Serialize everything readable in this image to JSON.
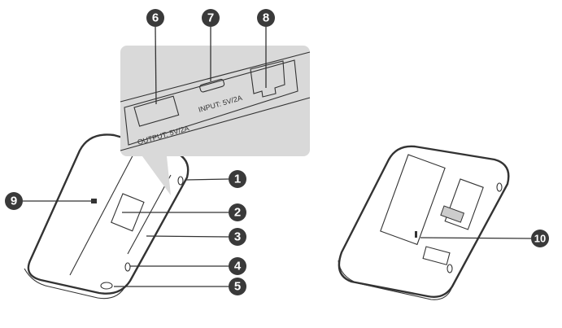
{
  "callouts": {
    "c1": "1",
    "c2": "2",
    "c3": "3",
    "c4": "4",
    "c5": "5",
    "c6": "6",
    "c7": "7",
    "c8": "8",
    "c9": "9",
    "c10": "10"
  },
  "port_labels": {
    "output": "OUTPUT: 5V/2A",
    "input": "INPUT: 5V/2A"
  },
  "colors": {
    "callout_fill": "#3a3a3a",
    "inset_bg": "#d9d9d9",
    "line": "#333333"
  }
}
